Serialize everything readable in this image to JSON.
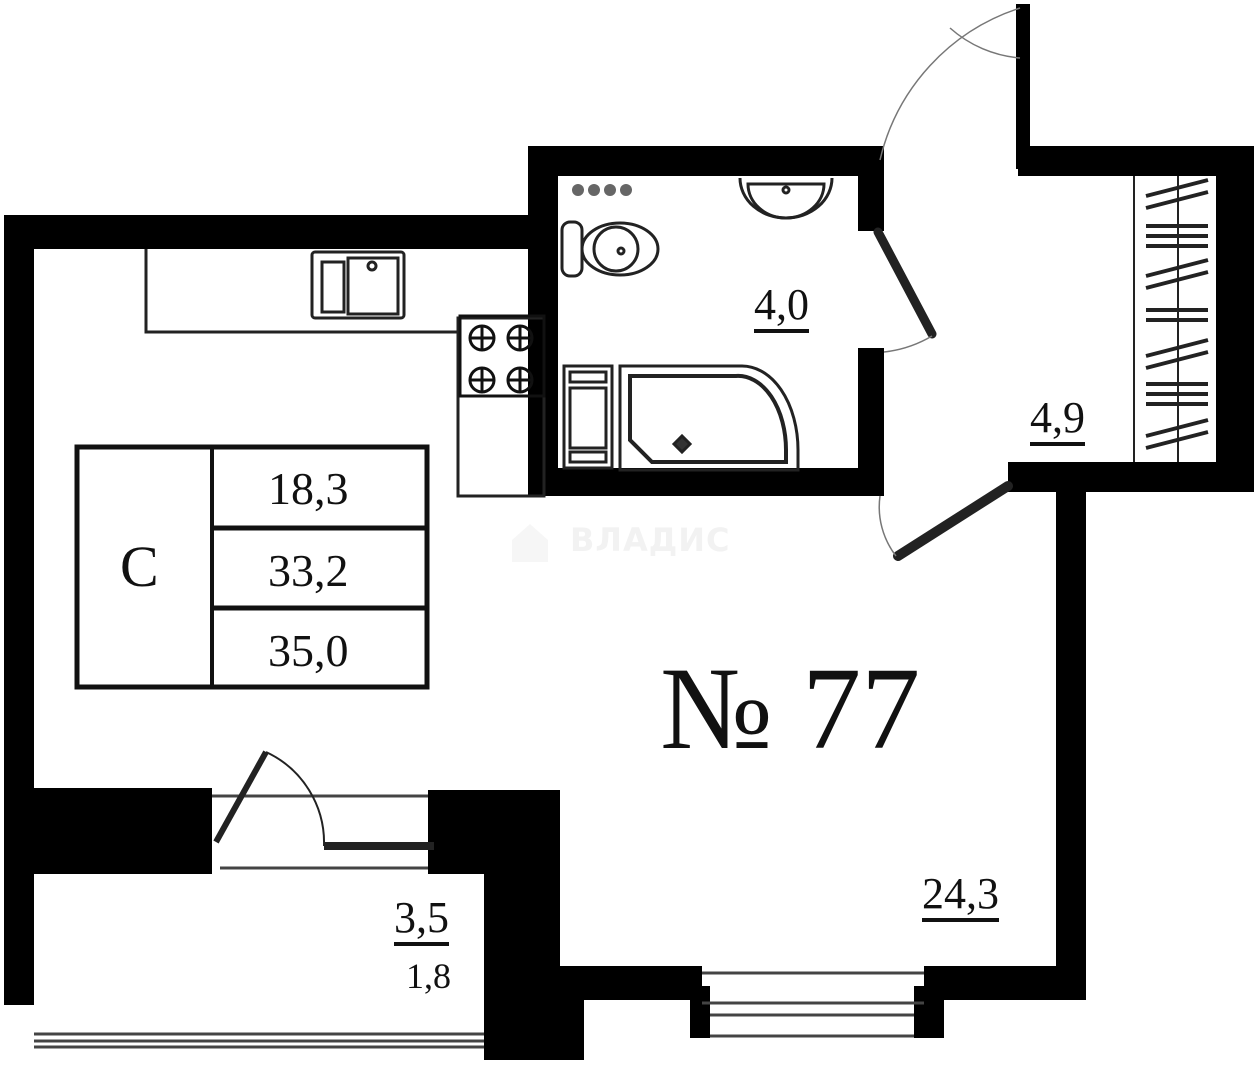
{
  "plan": {
    "apartment_number": "№ 77",
    "rooms": {
      "bathroom": {
        "area": "4,0"
      },
      "hallway": {
        "area": "4,9"
      },
      "living": {
        "area": "24,3"
      },
      "balcony": {
        "area": "3,5",
        "reduced_area": "1,8"
      }
    },
    "summary_table": {
      "type_label": "С",
      "living_area": "18,3",
      "total_area": "33,2",
      "total_with_balcony": "35,0"
    },
    "watermark": {
      "text": "ВЛАДИС"
    },
    "colors": {
      "wall": "#000000",
      "line": "#111111",
      "fixture_fill": "#555555",
      "watermark": "#f2f2f2"
    }
  }
}
